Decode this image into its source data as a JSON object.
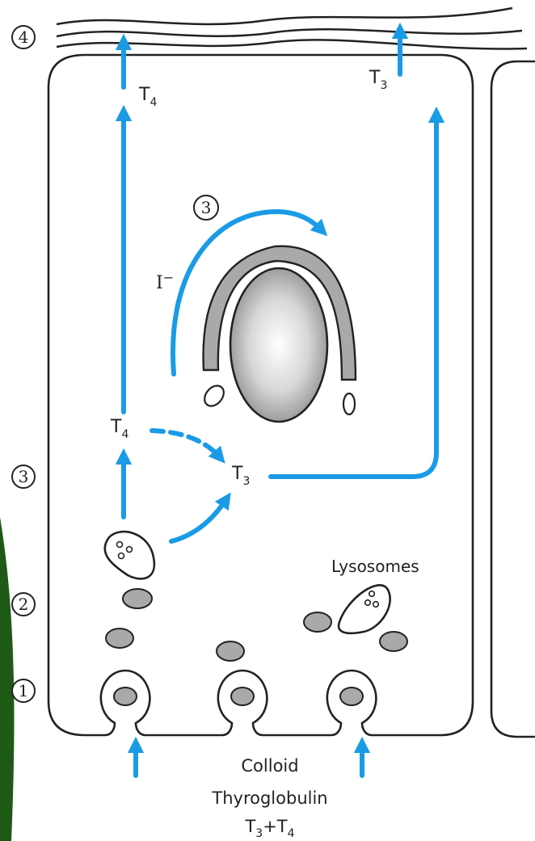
{
  "step_labels": {
    "s1": "1",
    "s2": "2",
    "s3_left": "3",
    "s3_mid": "3",
    "s4": "4"
  },
  "hormones": {
    "t4_top": {
      "main": "T",
      "sub": "4"
    },
    "t3_top": {
      "main": "T",
      "sub": "3"
    },
    "t4_mid": {
      "main": "T",
      "sub": "4"
    },
    "t3_mid": {
      "main": "T",
      "sub": "3"
    }
  },
  "iodide": {
    "main": "I",
    "sup": "−"
  },
  "lysosomes_label": "Lysosomes",
  "bottom_labels": {
    "colloid": "Colloid",
    "thyroglobulin": "Thyroglobulin",
    "t3_main": "T",
    "t3_sub": "3",
    "plus": "+",
    "t4_main": "T",
    "t4_sub": "4"
  },
  "colors": {
    "arrow_blue": "#1a9be6",
    "outline": "#222222",
    "grey_fill": "#a9a9a9",
    "corner_green": "#1e5a16"
  }
}
